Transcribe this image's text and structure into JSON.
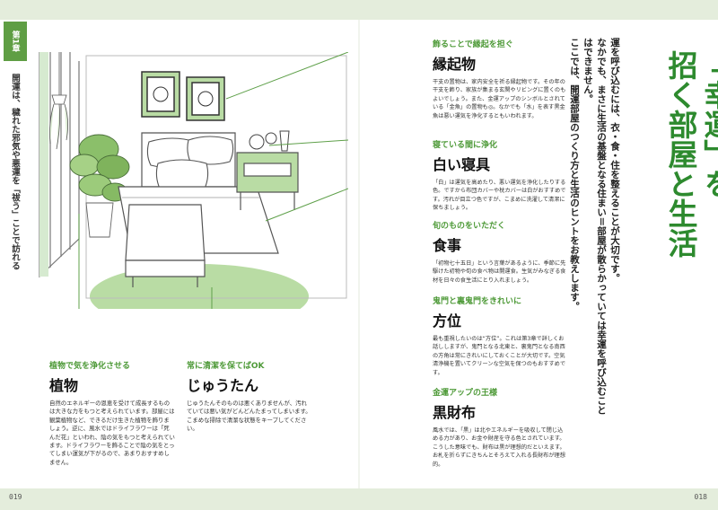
{
  "chapter": {
    "tab_label": "第1章"
  },
  "left_caption": "開運は、穢れた邪気や悪運を「祓う」ことで訪れる",
  "page_numbers": {
    "left": "019",
    "right": "018"
  },
  "sections": [
    {
      "label": "飾ることで縁起を担ぐ",
      "title": "縁起物",
      "body": "干支の置物は、家内安全を祈る縁起物です。その年の干支を飾り、家族が集まる玄関やリビングに置くのもよいでしょう。また、金運アップのシンボルとされている「金魚」の置物も◎。なかでも「水」を表す黒金魚は悪い運気を浄化するともいわれます。"
    },
    {
      "label": "寝ている間に浄化",
      "title": "白い寝具",
      "body": "「白」は運気を高めたり、悪い運気を浄化したりする色。ですから布団カバーや枕カバーは白がおすすめです。汚れが目立つ色ですが、こまめに洗濯して清潔に保ちましょう。"
    },
    {
      "label": "旬のものをいただく",
      "title": "食事",
      "body": "「初物七十五日」という言葉があるように、季節に先駆けた初物や旬の食べ物は開運食。生気がみなぎる食材を日々の食生活にとり入れましょう。"
    },
    {
      "label": "鬼門と裏鬼門をきれいに",
      "title": "方位",
      "body": "最も重視したいのは“方位”。これは第3章で詳しくお話ししますが、鬼門となる北東と、裏鬼門となる南西の方角は常にきれいにしておくことが大切です。空気清浄機を置いてクリーンな空気を保つのもおすすめです。"
    },
    {
      "label": "金運アップの王様",
      "title": "黒財布",
      "body": "風水では、「黒」は北やエネルギーを吸収して閉じ込める力があり、お金や財産を守る色とされています。こうした意味でも、財布は黒が理想的だといえます。お札を折らずにきちんとそろえて入れる長財布が理想的。"
    },
    {
      "label": "植物で気を浄化させる",
      "title": "植物",
      "body": "自然のエネルギーの恩恵を受けて成長するものは大きな力をもつと考えられています。部屋には観葉植物など、できるだけ生きた植物を飾りましょう。逆に、風水ではドライフラワーは「死んだ花」といわれ、陰の気をもつと考えられています。ドライフラワーを飾ることで陰の気をとってしまい運気が下がるので、あまりおすすめしません。"
    },
    {
      "label": "常に清潔を保てばOK",
      "title": "じゅうたん",
      "body": "じゅうたんそのものは悪くありませんが、汚れていては悪い気がどんどんたまってしまいます。こまめな掃除で清潔な状態をキープしてください。"
    }
  ],
  "right_page": {
    "title_line1": "「幸運」を",
    "title_line2": "招く部屋と生活",
    "intro": [
      "運を呼び込むには、衣・食・住を整えることが大切です。",
      "なかでも、まさに生活の基盤となる住まい＝部屋が散らかっていては幸運を呼び込むことはできません。",
      "ここでは、開運部屋のつくり方と生活のヒントをお教えします。"
    ]
  },
  "colors": {
    "accent_green": "#4e9a38",
    "title_green": "#2d8a2e",
    "band": "#e4eddc",
    "floor_green": "#b9dca4"
  }
}
